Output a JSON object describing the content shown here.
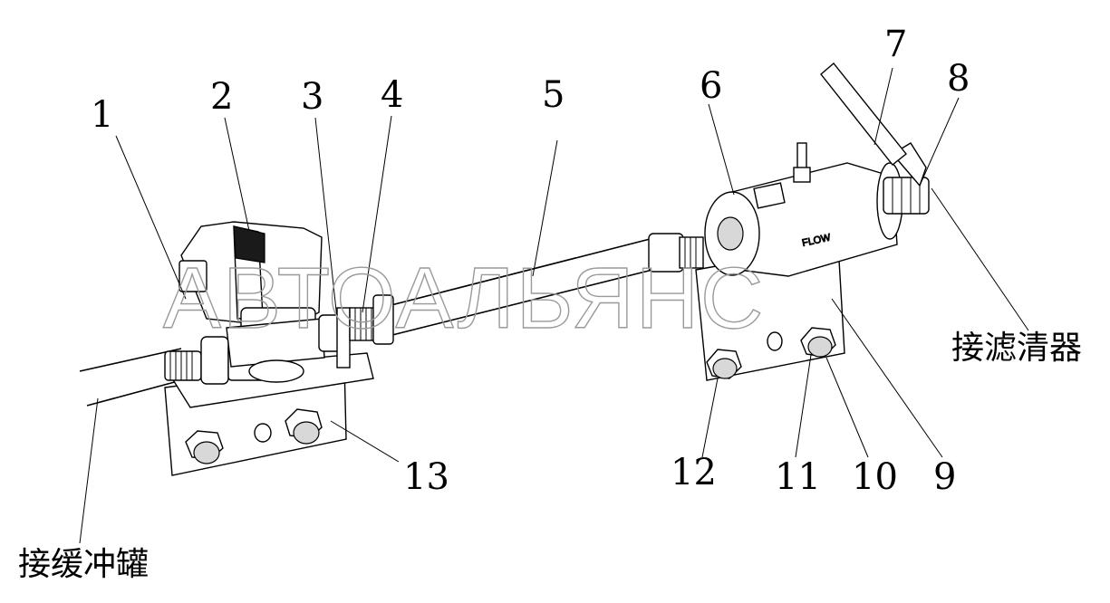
{
  "labels": {
    "l1": "1",
    "l2": "2",
    "l3": "3",
    "l4": "4",
    "l5": "5",
    "l6": "6",
    "l7": "7",
    "l8": "8",
    "l9": "9",
    "l10": "10",
    "l11": "11",
    "l12": "12",
    "l13": "13"
  },
  "notes": {
    "buffer_tank": "接缓冲罐",
    "filter": "接滤清器"
  },
  "watermark": "АВТОАЛЬЯНС",
  "flow_mark": "FLOW"
}
